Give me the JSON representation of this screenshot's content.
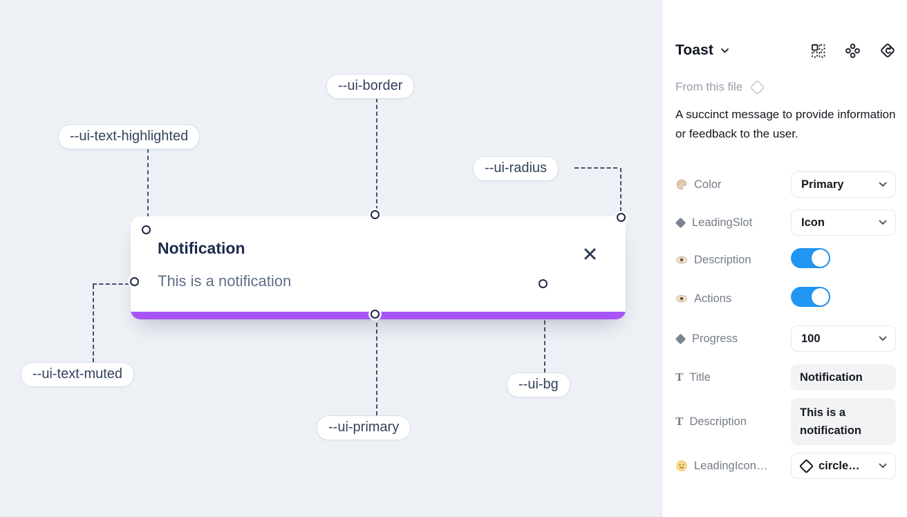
{
  "canvas": {
    "toast": {
      "title": "Notification",
      "description": "This is a notification",
      "close_icon": "x-icon",
      "progress_color": "#a855f7",
      "progress_percent": 100
    },
    "labels": {
      "border": "--ui-border",
      "text_highlighted": "--ui-text-highlighted",
      "radius": "--ui-radius",
      "text_muted": "--ui-text-muted",
      "primary": "--ui-primary",
      "bg": "--ui-bg"
    },
    "colors": {
      "canvas_bg": "#edf1f6",
      "title_text": "#1b2a4a",
      "muted_text": "#5f6f8a"
    }
  },
  "panel": {
    "title": "Toast",
    "title_chevron": "chevron-down-icon",
    "header_icons": [
      "instance-grid-icon",
      "components-icon",
      "return-to-component-icon"
    ],
    "source_label": "From this file",
    "source_icon": "diamond-icon",
    "description": "A succinct message to provide information or feedback to the user.",
    "toggle_color": "#2196f3",
    "props": {
      "color": {
        "icon": "palette-icon",
        "label": "Color",
        "value": "Primary"
      },
      "leading_slot": {
        "icon": "diamond-icon",
        "label": "LeadingSlot",
        "value": "Icon"
      },
      "description": {
        "icon": "eye-icon",
        "label": "Description",
        "value": "on"
      },
      "actions": {
        "icon": "eye-icon",
        "label": "Actions",
        "value": "on"
      },
      "progress": {
        "icon": "diamond-icon",
        "label": "Progress",
        "value": "100"
      },
      "title": {
        "icon": "text-icon",
        "label": "Title",
        "value": "Notification"
      },
      "description_text": {
        "icon": "text-icon",
        "label": "Description",
        "value": "This is a notification"
      },
      "leading_icon": {
        "icon": "smiley-icon",
        "label": "LeadingIcon…",
        "value": "circle…"
      }
    }
  }
}
